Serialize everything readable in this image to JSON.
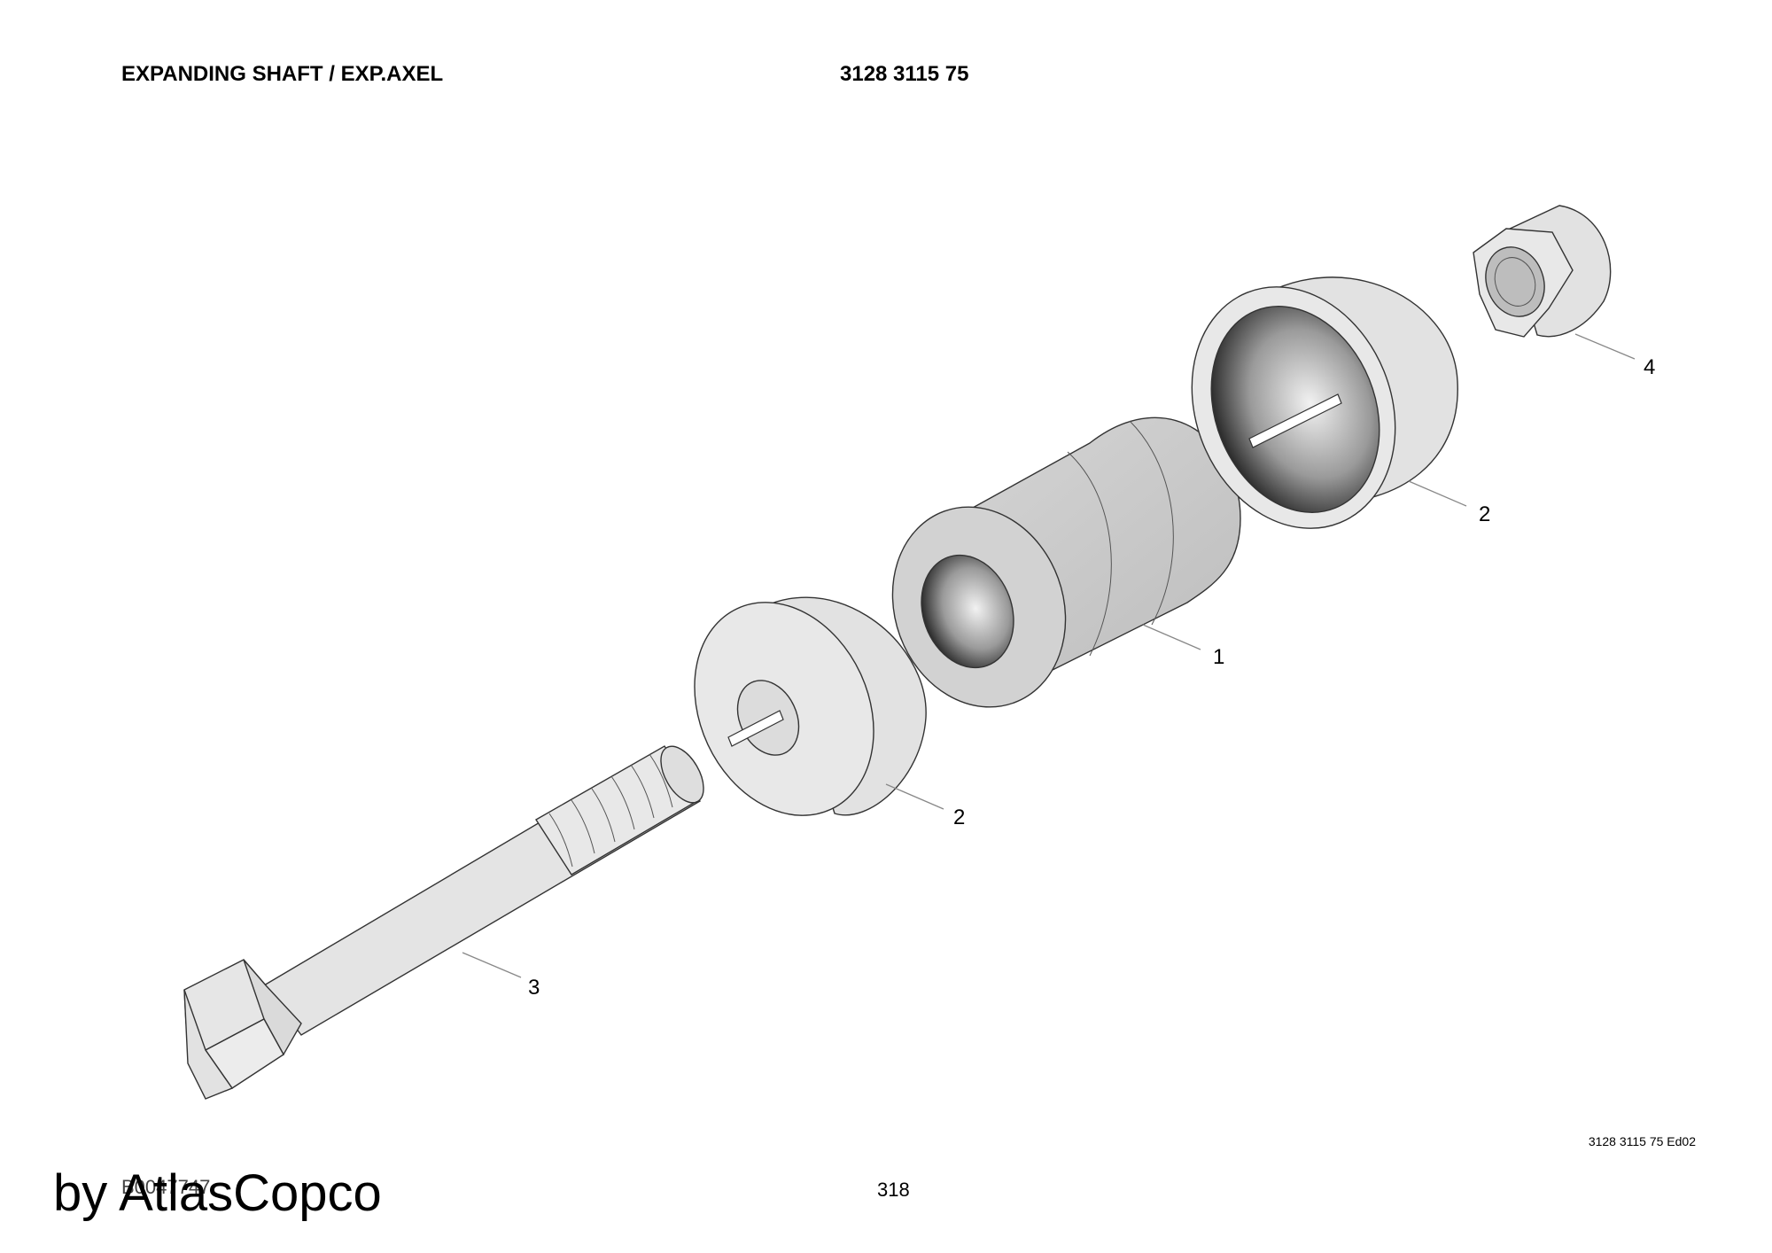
{
  "header": {
    "title": "EXPANDING SHAFT / EXP.AXEL",
    "part_number": "3128 3115 75"
  },
  "callouts": {
    "c1": "1",
    "c2a": "2",
    "c2b": "2",
    "c3": "3",
    "c4": "4"
  },
  "footer": {
    "edition": "3128 3115 75 Ed02",
    "doc_id": "B0047747",
    "page_number": "318",
    "brand": "by AtlasCopco"
  },
  "colors": {
    "part_fill": "#e2e2e2",
    "part_shade": "#c8c8c8",
    "line": "#333333"
  }
}
